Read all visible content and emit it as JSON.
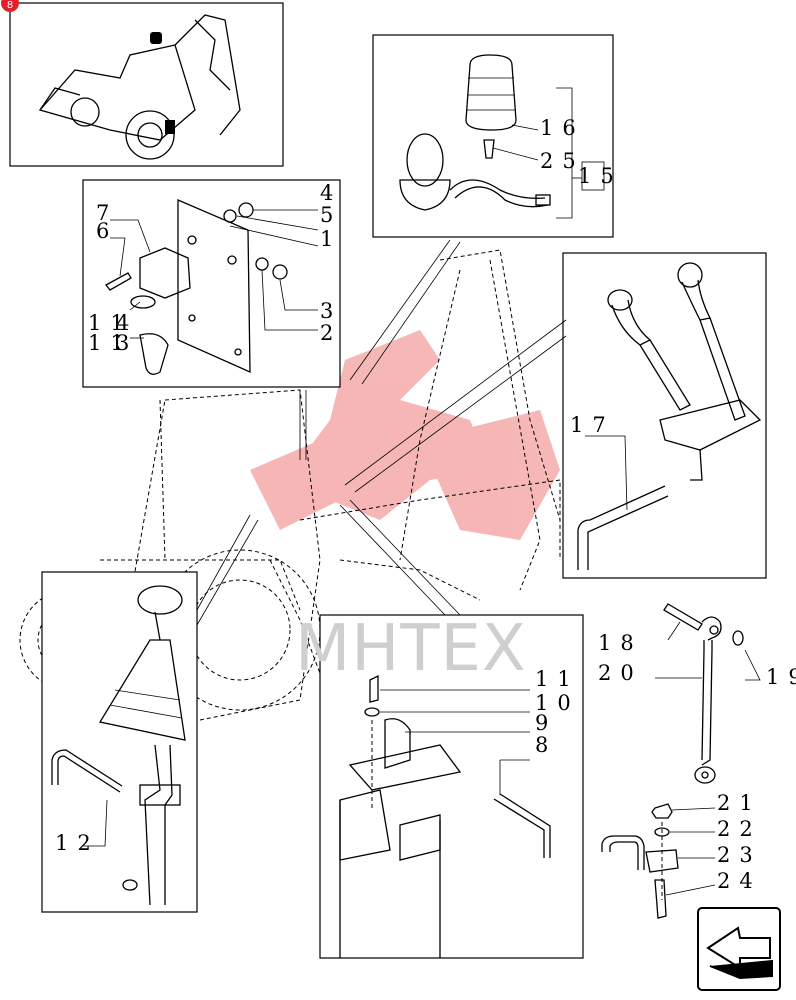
{
  "watermark": "МНТЕХ",
  "corner_badge": "8",
  "colors": {
    "watermark_stamp": "#e63030",
    "badge": "#e0202a",
    "line": "#000000"
  },
  "callouts": {
    "c1": "1",
    "c2": "2",
    "c3a": "3",
    "c3b": "3",
    "c4a": "4",
    "c4b": "4",
    "c5a": "5",
    "c5b": "5",
    "c6a": "6",
    "c6b": "6",
    "c7": "7",
    "c8": "8",
    "c9": "9",
    "c10": "10",
    "c11a": "11",
    "c11b": "11",
    "c11c": "11",
    "c12": "12",
    "c15": "15",
    "c16": "16",
    "c17": "17",
    "c18": "18",
    "c19": "19",
    "c20": "20",
    "c21": "21",
    "c22": "22",
    "c23": "23",
    "c24": "24",
    "c25": "25"
  },
  "icons": {
    "nav": "arrow-left-icon"
  }
}
